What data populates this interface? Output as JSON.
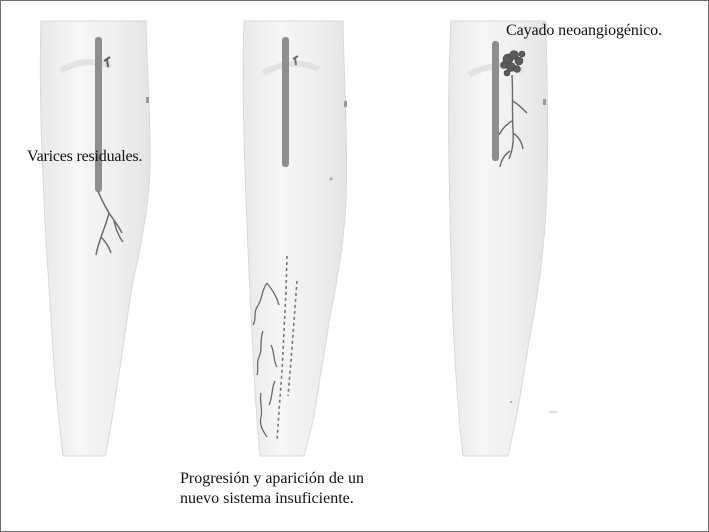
{
  "annotations": {
    "left": "Varices residuales.",
    "right": "Cayado neoangiogénico.",
    "bottom_line1": "Progresión y aparición de un",
    "bottom_line2": "nuevo sistema insuficiente."
  },
  "colors": {
    "leg_fill": "#ededed",
    "leg_edge": "#d6d6d6",
    "vein_trunk": "#8e8e8e",
    "varicose": "#6a6a6a",
    "neoangiogenic_cluster": "#5a5a5a",
    "frame": "#6f6f6f"
  }
}
